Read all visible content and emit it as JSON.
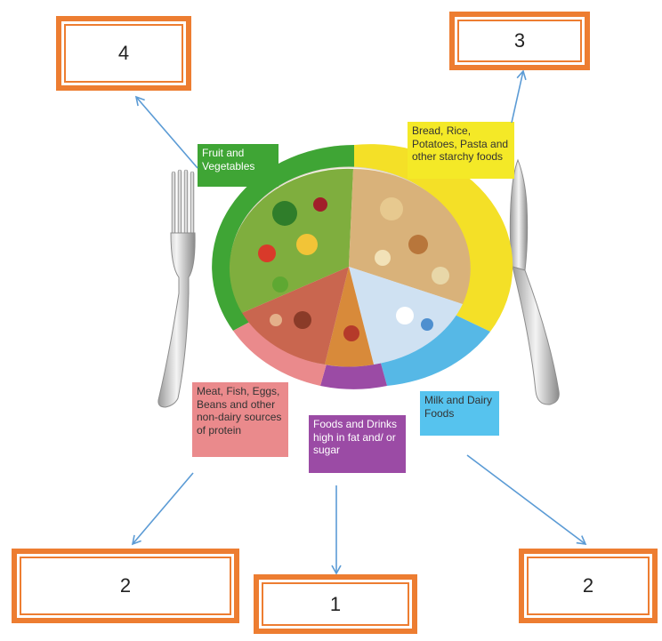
{
  "answer_boxes": {
    "fruit_veg": "4",
    "starchy": "3",
    "meat_protein": "2",
    "fat_sugar": "1",
    "milk_dairy": "2"
  },
  "plate_labels": {
    "fruit_veg": "Fruit and Vegetables",
    "starchy": "Bread, Rice, Potatoes, Pasta and other starchy foods",
    "meat_protein": "Meat, Fish, Eggs, Beans and other non-dairy sources of protein",
    "fat_sugar": "Foods and Drinks high in fat and/ or sugar",
    "milk_dairy": "Milk and Dairy Foods"
  },
  "colors": {
    "box_border": "#ed7d31",
    "arrow": "#5b9bd5",
    "fruit_veg": "#3fa535",
    "starchy": "#f4e027",
    "meat_protein": "#ea8a8c",
    "fat_sugar": "#9b4ba5",
    "milk_dairy": "#56b8e6"
  }
}
